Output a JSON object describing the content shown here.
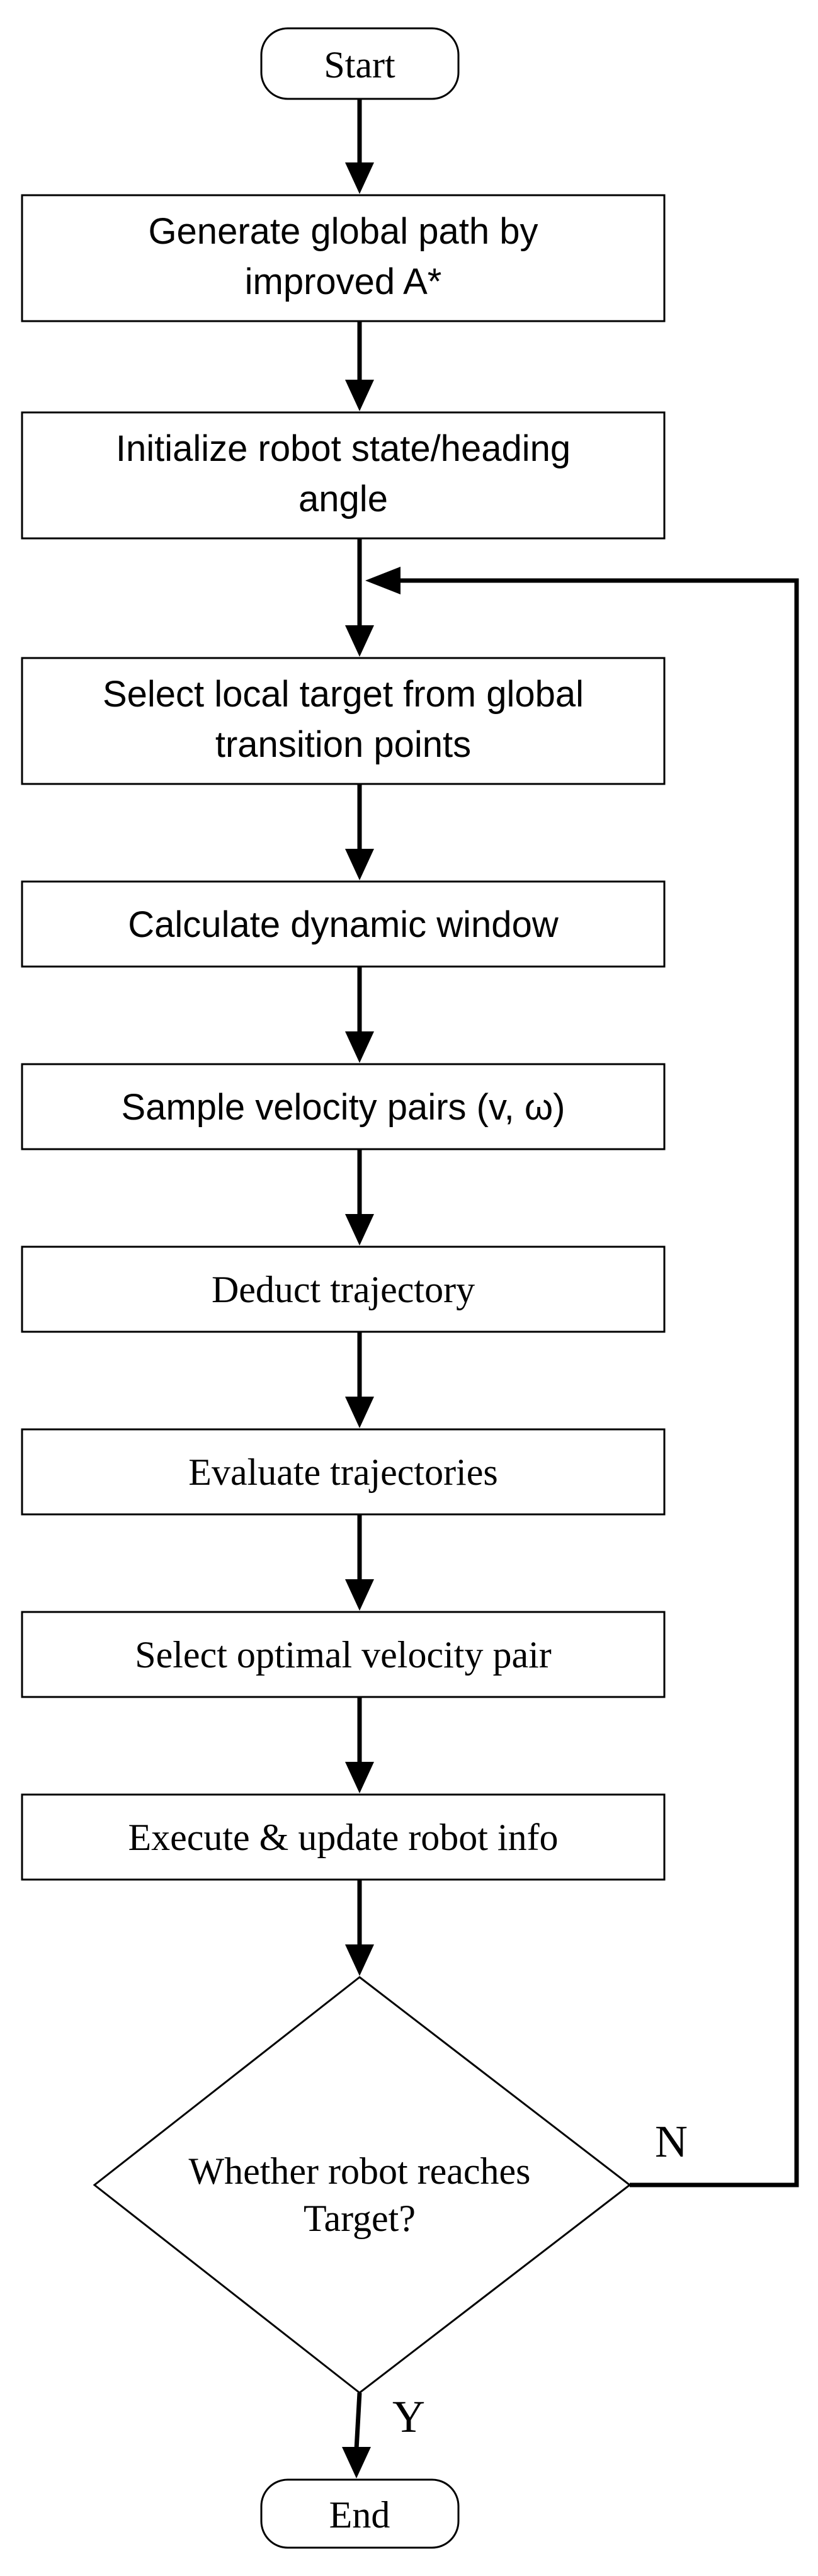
{
  "flowchart": {
    "start_label": "Start",
    "steps": [
      {
        "lines": [
          "Generate global path by",
          "improved A*"
        ]
      },
      {
        "lines": [
          "Initialize robot state/heading",
          "angle"
        ]
      },
      {
        "lines": [
          "Select local target from global",
          "transition points"
        ]
      },
      {
        "lines": [
          "Calculate dynamic window"
        ]
      },
      {
        "lines": [
          "Sample velocity pairs (v, ω)"
        ]
      },
      {
        "lines": [
          "Deduct trajectory"
        ]
      },
      {
        "lines": [
          "Evaluate trajectories"
        ]
      },
      {
        "lines": [
          "Select optimal velocity pair"
        ]
      },
      {
        "lines": [
          "Execute & update robot info"
        ]
      }
    ],
    "decision": {
      "lines": [
        "Whether robot reaches",
        "Target?"
      ]
    },
    "no_label": "N",
    "yes_label": "Y",
    "end_label": "End"
  }
}
